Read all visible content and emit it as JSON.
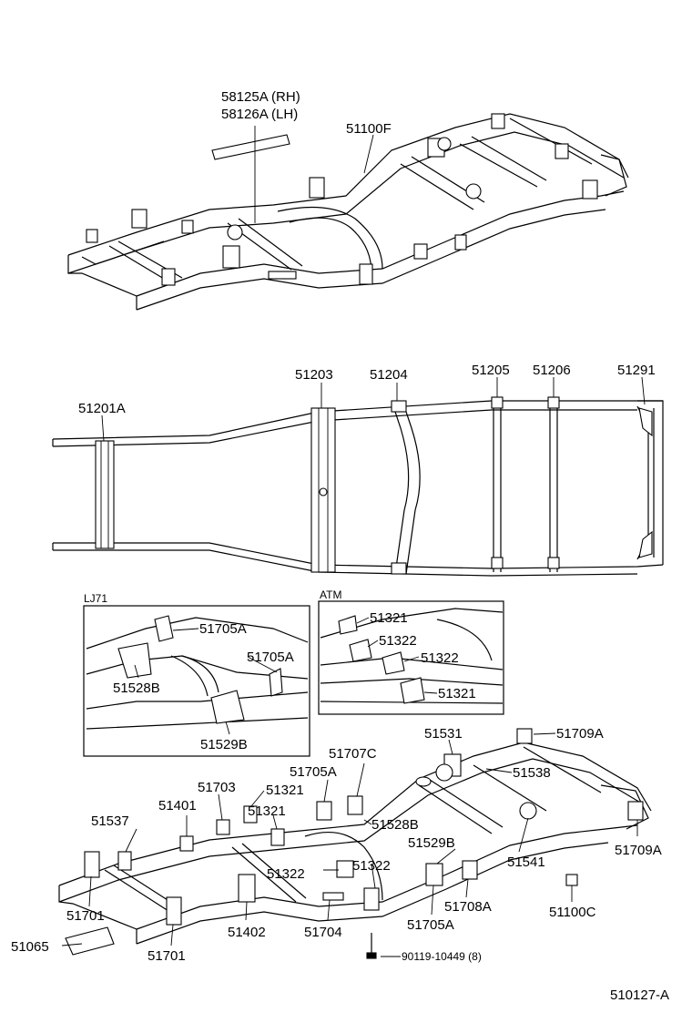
{
  "labels": {
    "p58125A": "58125A (RH)",
    "p58126A": "58126A (LH)",
    "p51100F": "51100F",
    "p51201A": "51201A",
    "p51203": "51203",
    "p51204": "51204",
    "p51205": "51205",
    "p51206": "51206",
    "p51291": "51291",
    "inset_lj71": "LJ71",
    "inset_atm": "ATM",
    "lj_51705A_1": "51705A",
    "lj_51705A_2": "51705A",
    "lj_51528B": "51528B",
    "lj_51529B": "51529B",
    "atm_51321_1": "51321",
    "atm_51322_1": "51322",
    "atm_51322_2": "51322",
    "atm_51321_2": "51321",
    "p51531": "51531",
    "p51709A_1": "51709A",
    "p51538": "51538",
    "p51707C": "51707C",
    "p51705A_top": "51705A",
    "p51703": "51703",
    "p51321_a": "51321",
    "p51401": "51401",
    "p51321_b": "51321",
    "p51528B": "51528B",
    "p51537": "51537",
    "p51529B": "51529B",
    "p51709A_2": "51709A",
    "p51541": "51541",
    "p51322_a": "51322",
    "p51322_b": "51322",
    "p51701_a": "51701",
    "p51708A": "51708A",
    "p51100C": "51100C",
    "p51402": "51402",
    "p51704": "51704",
    "p51705A_bot": "51705A",
    "p51065": "51065",
    "p51701_b": "51701",
    "bolt": "90119-10449 (8)",
    "figure_id": "510127-A"
  }
}
